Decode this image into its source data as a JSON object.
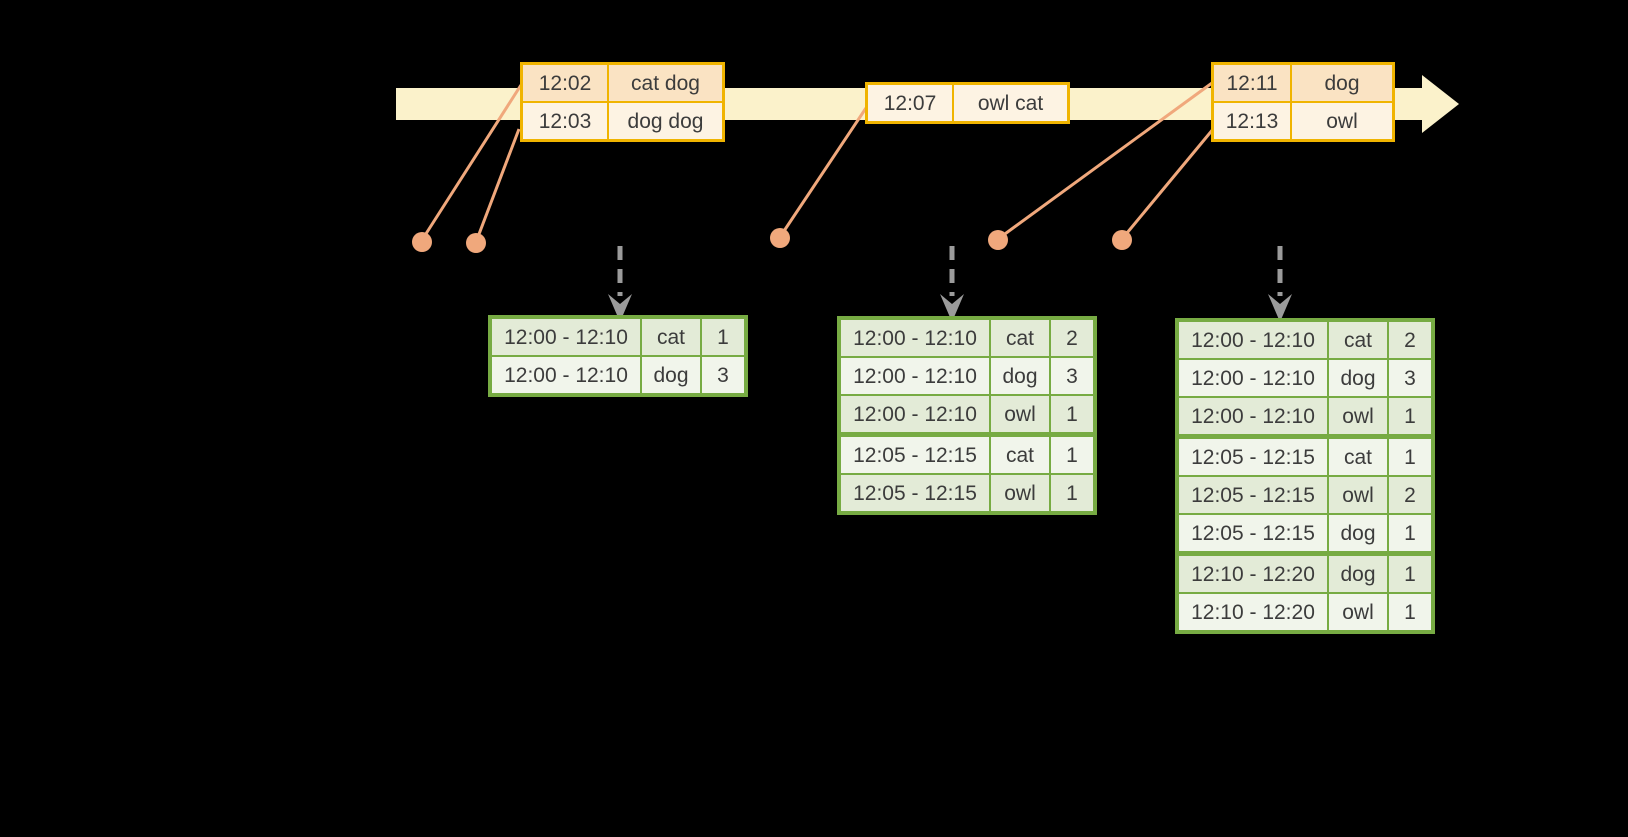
{
  "colors": {
    "background": "#000000",
    "timeline_band": "#fbf2cb",
    "event_border": "#f0b400",
    "event_row_dark": "#fae3c3",
    "event_row_light": "#fdf3e3",
    "connector": "#f0a87c",
    "trigger_arrow": "#9b9b9b",
    "result_border": "#77ab43",
    "result_row_dark": "#e3ebd7",
    "result_row_light": "#f1f5eb",
    "text": "#3c3c3c"
  },
  "timeline": {
    "event_tables": [
      {
        "rows": [
          {
            "time": "12:02",
            "words": "cat dog"
          },
          {
            "time": "12:03",
            "words": "dog dog"
          }
        ]
      },
      {
        "rows": [
          {
            "time": "12:07",
            "words": "owl cat"
          }
        ]
      },
      {
        "rows": [
          {
            "time": "12:11",
            "words": "dog"
          },
          {
            "time": "12:13",
            "words": "owl"
          }
        ]
      }
    ]
  },
  "result_tables": [
    {
      "rows": [
        {
          "window": "12:00 - 12:10",
          "word": "cat",
          "count": 1
        },
        {
          "window": "12:00 - 12:10",
          "word": "dog",
          "count": 3
        }
      ]
    },
    {
      "rows": [
        {
          "window": "12:00 - 12:10",
          "word": "cat",
          "count": 2
        },
        {
          "window": "12:00 - 12:10",
          "word": "dog",
          "count": 3
        },
        {
          "window": "12:00 - 12:10",
          "word": "owl",
          "count": 1
        },
        {
          "window": "12:05 - 12:15",
          "word": "cat",
          "count": 1
        },
        {
          "window": "12:05 - 12:15",
          "word": "owl",
          "count": 1
        }
      ]
    },
    {
      "rows": [
        {
          "window": "12:00 - 12:10",
          "word": "cat",
          "count": 2
        },
        {
          "window": "12:00 - 12:10",
          "word": "dog",
          "count": 3
        },
        {
          "window": "12:00 - 12:10",
          "word": "owl",
          "count": 1
        },
        {
          "window": "12:05 - 12:15",
          "word": "cat",
          "count": 1
        },
        {
          "window": "12:05 - 12:15",
          "word": "owl",
          "count": 2
        },
        {
          "window": "12:05 - 12:15",
          "word": "dog",
          "count": 1
        },
        {
          "window": "12:10 - 12:20",
          "word": "dog",
          "count": 1
        },
        {
          "window": "12:10 - 12:20",
          "word": "owl",
          "count": 1
        }
      ]
    }
  ]
}
